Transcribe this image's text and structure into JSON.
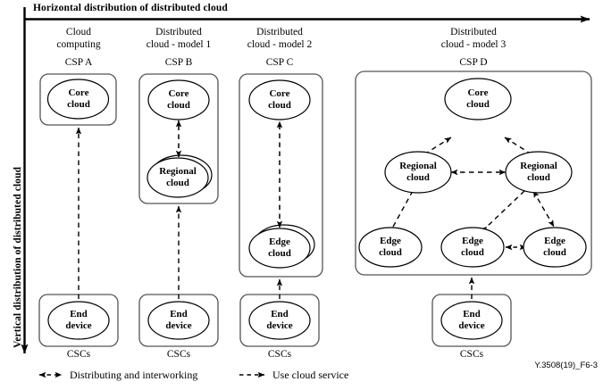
{
  "figure": {
    "reference": "Y.3508(19)_F6-3",
    "axes": {
      "horizontal_label": "Horizontal distribution of distributed cloud",
      "vertical_label": "Vertical distribution of distributed cloud"
    }
  },
  "columns": [
    {
      "id": "col-a",
      "title_line1": "Cloud",
      "title_line2": "computing",
      "provider": "CSP A",
      "customer": "CSCs",
      "nodes": [
        {
          "id": "a-core",
          "label_line1": "Core",
          "label_line2": "cloud"
        }
      ],
      "end_device": {
        "label_line1": "End",
        "label_line2": "device"
      }
    },
    {
      "id": "col-b",
      "title_line1": "Distributed",
      "title_line2": "cloud - model 1",
      "provider": "CSP B",
      "customer": "CSCs",
      "nodes": [
        {
          "id": "b-core",
          "label_line1": "Core",
          "label_line2": "cloud"
        },
        {
          "id": "b-regional",
          "label_line1": "Regional",
          "label_line2": "cloud"
        }
      ],
      "end_device": {
        "label_line1": "End",
        "label_line2": "device"
      }
    },
    {
      "id": "col-c",
      "title_line1": "Distributed",
      "title_line2": "cloud - model 2",
      "provider": "CSP C",
      "customer": "CSCs",
      "nodes": [
        {
          "id": "c-core",
          "label_line1": "Core",
          "label_line2": "cloud"
        },
        {
          "id": "c-edge",
          "label_line1": "Edge",
          "label_line2": "cloud"
        }
      ],
      "end_device": {
        "label_line1": "End",
        "label_line2": "device"
      }
    },
    {
      "id": "col-d",
      "title_line1": "Distributed",
      "title_line2": "cloud - model 3",
      "provider": "CSP D",
      "customer": "CSCs",
      "nodes": [
        {
          "id": "d-core",
          "label_line1": "Core",
          "label_line2": "cloud"
        },
        {
          "id": "d-regional-left",
          "label_line1": "Regional",
          "label_line2": "cloud"
        },
        {
          "id": "d-regional-right",
          "label_line1": "Regional",
          "label_line2": "cloud"
        },
        {
          "id": "d-edge-left",
          "label_line1": "Edge",
          "label_line2": "cloud"
        },
        {
          "id": "d-edge-mid",
          "label_line1": "Edge",
          "label_line2": "cloud"
        },
        {
          "id": "d-edge-right",
          "label_line1": "Edge",
          "label_line2": "cloud"
        }
      ],
      "end_device": {
        "label_line1": "End",
        "label_line2": "device"
      }
    }
  ],
  "legend": [
    {
      "id": "legend-bidirectional",
      "label": "Distributing and interworking",
      "arrow": "double-headed-dashed"
    },
    {
      "id": "legend-unidirectional",
      "label": "Use cloud service",
      "arrow": "single-headed-dashed"
    }
  ],
  "colors": {
    "stroke": "#000000",
    "box_stroke": "#555555",
    "background": "#ffffff"
  }
}
